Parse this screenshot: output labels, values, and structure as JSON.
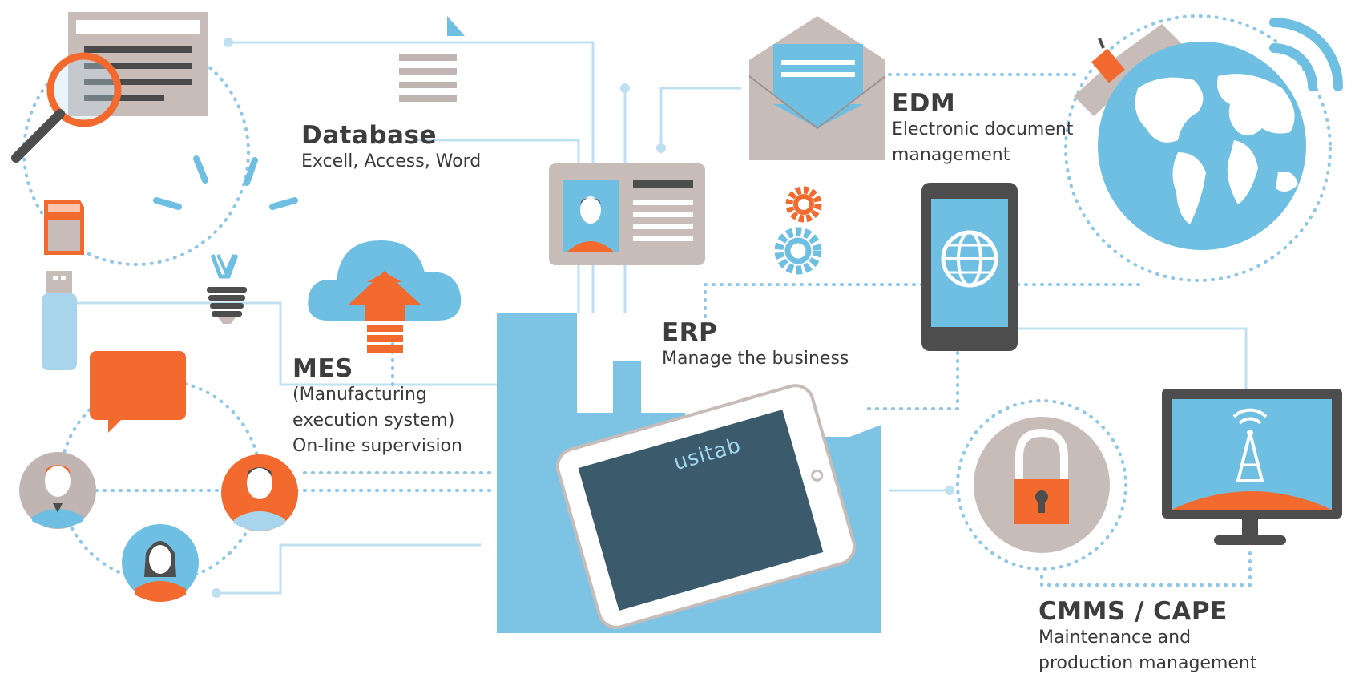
{
  "labels": {
    "database": {
      "title": "Database",
      "desc": "Excell, Access, Word"
    },
    "edm": {
      "title": "EDM",
      "desc_line1": "Electronic document",
      "desc_line2": "management"
    },
    "erp": {
      "title": "ERP",
      "desc": "Manage the business"
    },
    "mes": {
      "title": "MES",
      "desc_line1": "(Manufacturing",
      "desc_line2": "execution system)",
      "desc_line3": "On-line supervision"
    },
    "cmms": {
      "title": "CMMS / CAPE",
      "desc_line1": "Maintenance and",
      "desc_line2": "production management"
    }
  },
  "tablet_brand": "usitab",
  "icons": [
    "document-search-icon",
    "paper-document-icon",
    "lightbulb-icon",
    "sd-card-icon",
    "usb-drive-icon",
    "cloud-upload-icon",
    "chat-bubble-icon",
    "user-male-icon",
    "user-female-icon",
    "id-card-icon",
    "gears-icon",
    "envelope-icon",
    "smartphone-globe-icon",
    "satellite-icon",
    "globe-icon",
    "factory-icon",
    "tablet-icon",
    "padlock-icon",
    "monitor-antenna-icon"
  ],
  "colors": {
    "blue": "#6fbfe2",
    "light_blue": "#a9d5ec",
    "orange": "#f26a2e",
    "gray": "#c0b5b2",
    "dark_gray": "#4d4d4d",
    "slate": "#3b5a6b",
    "line": "#b9dcef"
  }
}
